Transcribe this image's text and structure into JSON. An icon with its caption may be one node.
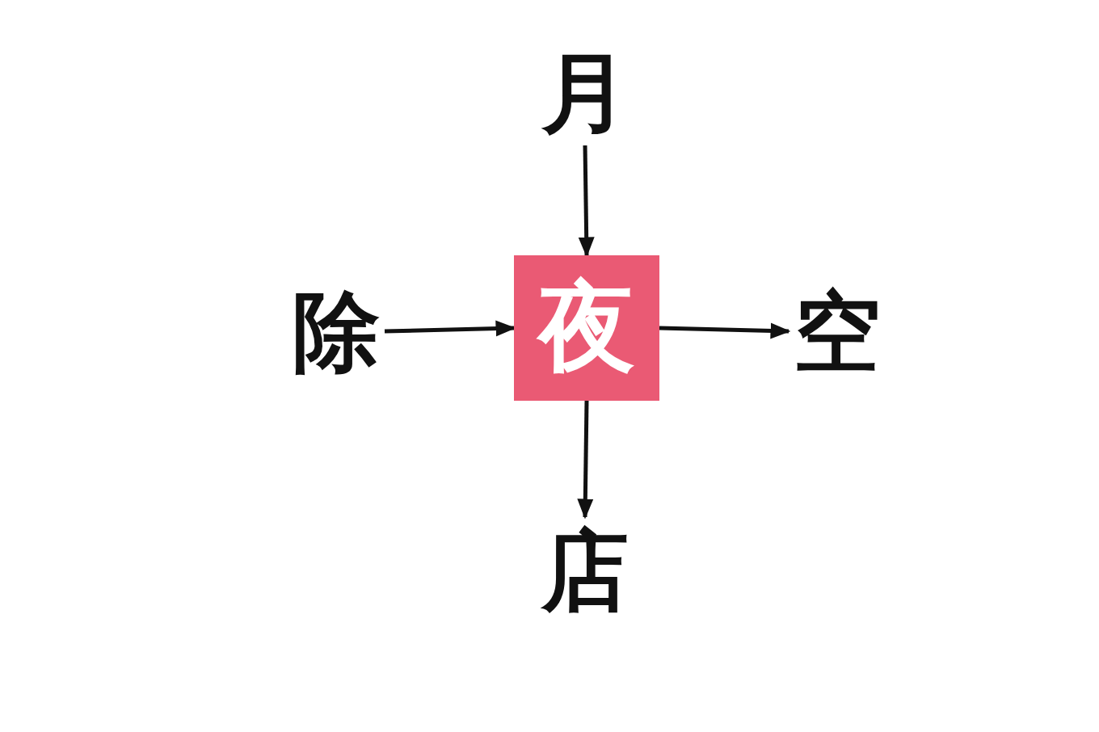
{
  "diagram": {
    "nodes": [
      {
        "text": [
          "月"
        ]
      },
      {
        "text": [
          "除"
        ]
      },
      {
        "text": [
          "夜"
        ]
      },
      {
        "text": [
          "空"
        ]
      },
      {
        "text": [
          "店"
        ]
      }
    ],
    "edges": [
      {
        "from": 0,
        "to": 2,
        "arrow": "to"
      },
      {
        "from": 1,
        "to": 2,
        "arrow": "to"
      },
      {
        "from": 2,
        "to": 3,
        "arrow": "to"
      },
      {
        "from": 2,
        "to": 4,
        "arrow": "to"
      }
    ]
  }
}
